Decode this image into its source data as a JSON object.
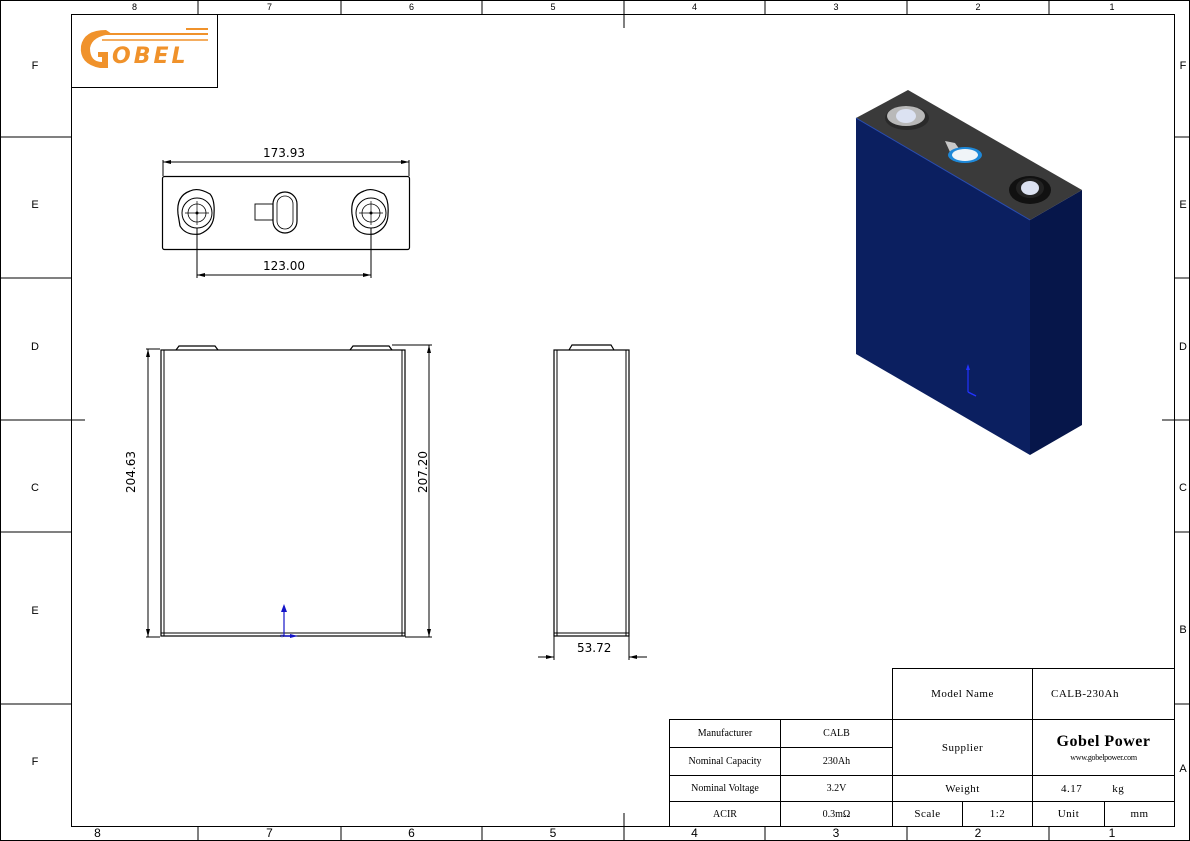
{
  "sheet": {
    "zones_top": [
      "8",
      "7",
      "6",
      "5",
      "4",
      "3",
      "2",
      "1"
    ],
    "zones_bottom": [
      "8",
      "7",
      "6",
      "5",
      "4",
      "3",
      "2",
      "1"
    ],
    "zones_left": [
      "F",
      "E",
      "D",
      "C",
      "E",
      "F"
    ],
    "zones_right": [
      "F",
      "E",
      "D",
      "C",
      "B",
      "A"
    ]
  },
  "logo": {
    "text": "GOBEL",
    "color": "#F0922B"
  },
  "views": {
    "top": {
      "width_dim": "173.93",
      "terminal_spacing_dim": "123.00"
    },
    "front": {
      "height_body_dim": "204.63",
      "height_total_dim": "207.20"
    },
    "side": {
      "thickness_dim": "53.72"
    },
    "iso": {
      "body_color": "#0A1F5E",
      "side_color": "#07164A",
      "top_color": "#3A3A3A"
    }
  },
  "title_block": {
    "model_name_label": "Model Name",
    "model_name_value": "CALB-230Ah",
    "supplier_label": "Supplier",
    "supplier_name": "Gobel Power",
    "supplier_url": "www.gobelpower.com",
    "weight_label": "Weight",
    "weight_value": "4.17",
    "weight_unit": "kg",
    "scale_label": "Scale",
    "scale_value": "1:2",
    "unit_label": "Unit",
    "unit_value": "mm",
    "specs": [
      {
        "label": "Manufacturer",
        "value": "CALB"
      },
      {
        "label": "Nominal Capacity",
        "value": "230Ah"
      },
      {
        "label": "Nominal Voltage",
        "value": "3.2V"
      },
      {
        "label": "ACIR",
        "value": "0.3mΩ"
      }
    ]
  }
}
